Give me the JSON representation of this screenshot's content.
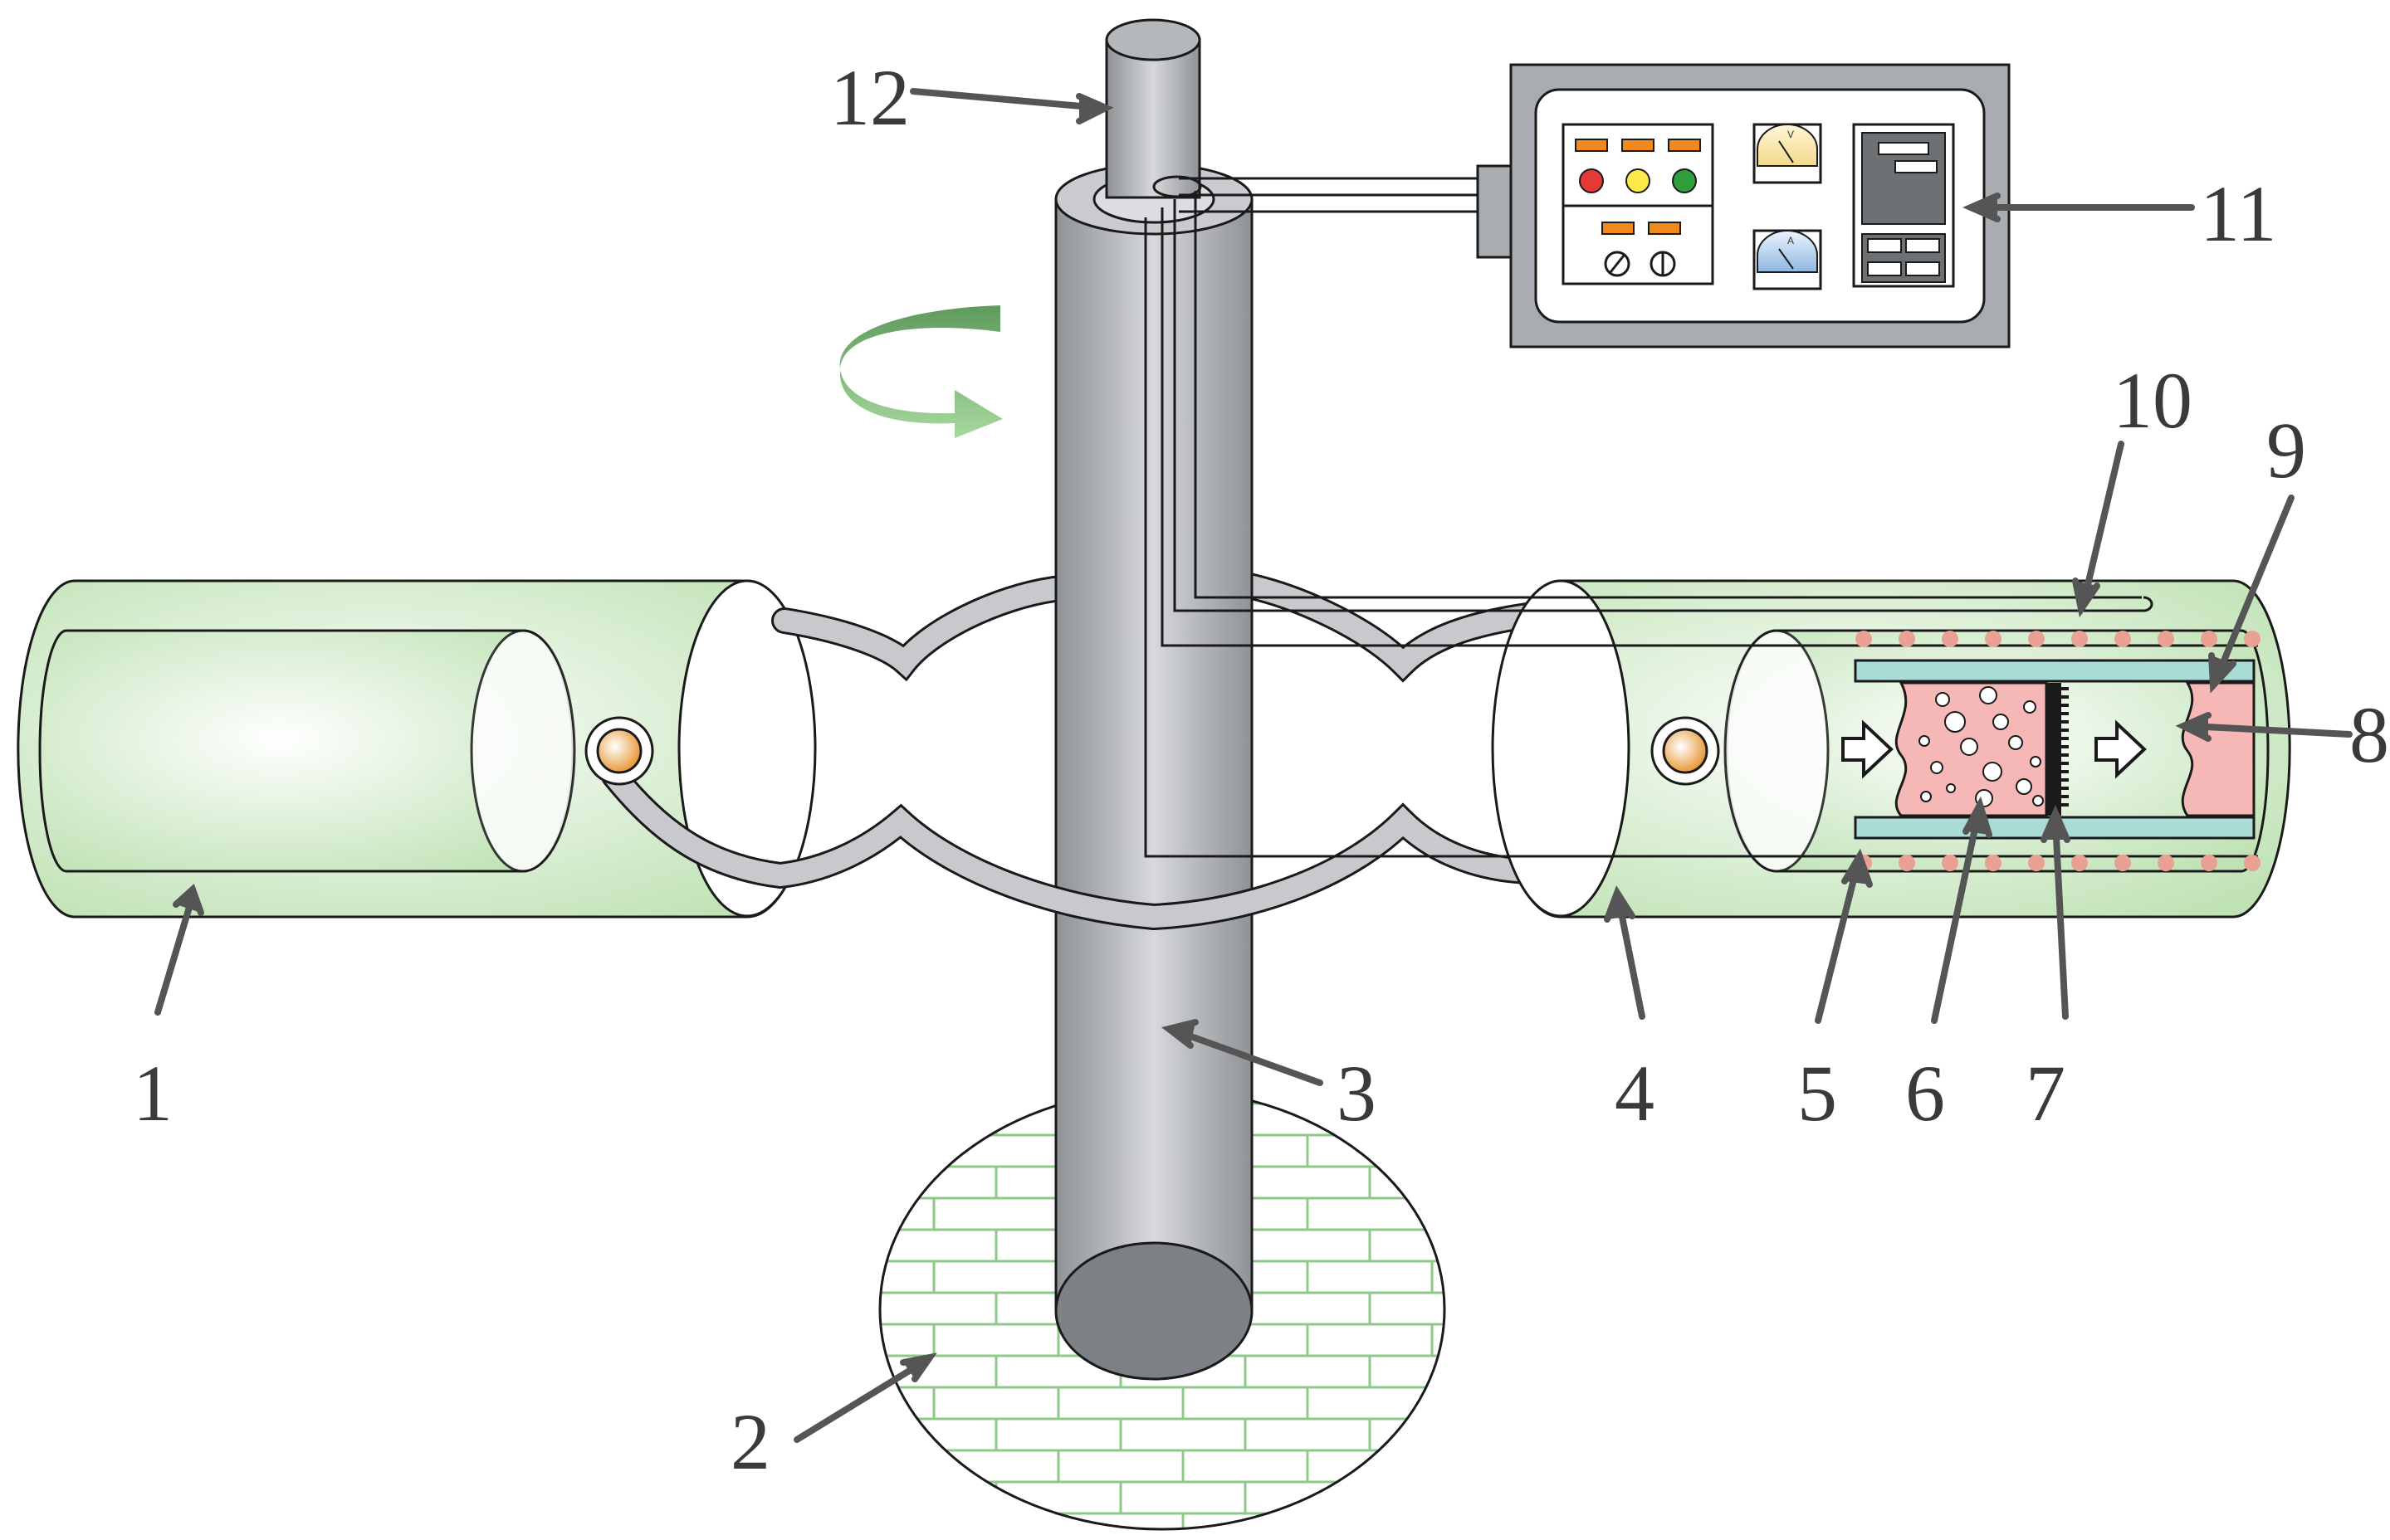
{
  "labels": {
    "l1": "1",
    "l2": "2",
    "l3": "3",
    "l4": "4",
    "l5": "5",
    "l6": "6",
    "l7": "7",
    "l8": "8",
    "l9": "9",
    "l10": "10",
    "l11": "11",
    "l12": "12"
  },
  "gauges": {
    "voltmeter_letter": "V",
    "ammeter_letter": "A"
  },
  "colors": {
    "tube_green": "#cfe8c4",
    "shaft_gray": "#a9acb0",
    "sample_pink": "#f6b7b7",
    "rail_teal": "#a9dcd6",
    "heater_dot": "#e9a194",
    "brick_line": "#8fc98a",
    "rotation_arrow": "#7fb77a",
    "lamp_red": "#e53935",
    "lamp_yellow": "#ffe94a",
    "lamp_green": "#2e9d3a",
    "indicator_orange": "#f08a1c"
  }
}
